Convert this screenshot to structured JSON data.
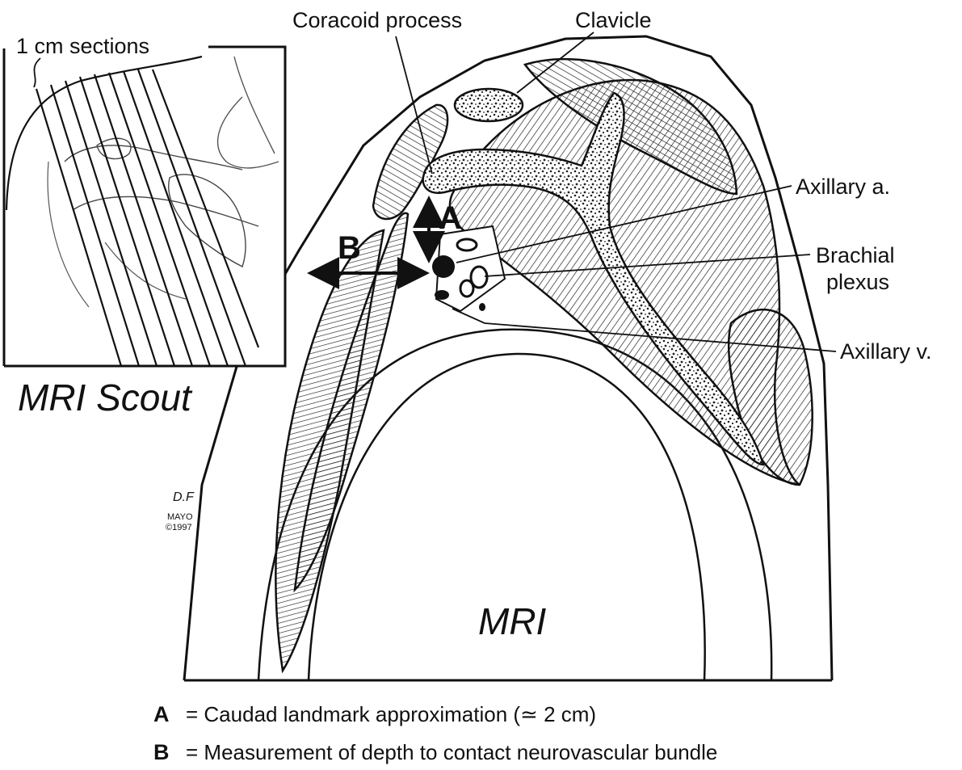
{
  "figure": {
    "scout": {
      "label": "1 cm sections",
      "title": "MRI Scout"
    },
    "main": {
      "title": "MRI",
      "labels": {
        "coracoid": "Coracoid process",
        "clavicle": "Clavicle",
        "axillary_a": "Axillary a.",
        "brachial_1": "Brachial",
        "brachial_2": "plexus",
        "axillary_v": "Axillary v."
      },
      "marker_a": "A",
      "marker_b": "B",
      "signature": [
        "D.F",
        "MAYO",
        "©1997"
      ]
    },
    "legend": [
      {
        "key": "A",
        "text": "= Caudad landmark approximation (≃ 2 cm)"
      },
      {
        "key": "B",
        "text": "= Measurement of depth to contact neurovascular bundle"
      }
    ]
  }
}
